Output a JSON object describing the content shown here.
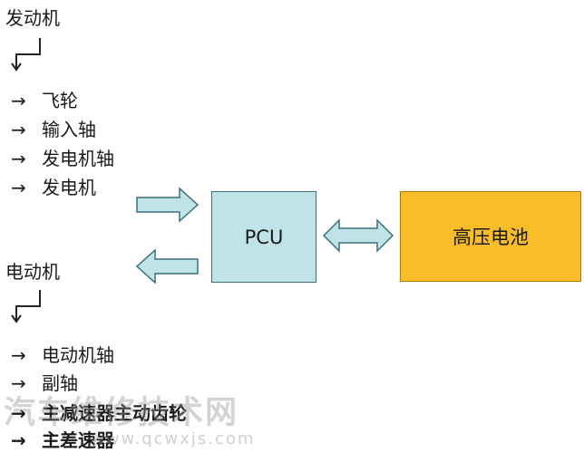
{
  "engine": {
    "title": "发动机",
    "items": [
      "飞轮",
      "输入轴",
      "发电机轴",
      "发电机"
    ]
  },
  "motor": {
    "title": "电动机",
    "items": [
      "电动机轴",
      "副轴",
      "主减速器主动齿轮",
      "主差速器"
    ]
  },
  "blocks": {
    "pcu": "PCU",
    "battery": "高压电池"
  },
  "arrow_symbol": "→",
  "watermark": {
    "main": "汽车维修技术网",
    "url": "www.qcwxjs.com"
  },
  "colors": {
    "pcu_fill": "#bfe3e6",
    "battery_fill": "#f8bd28",
    "arrow_fill": "#bfe3e6"
  }
}
